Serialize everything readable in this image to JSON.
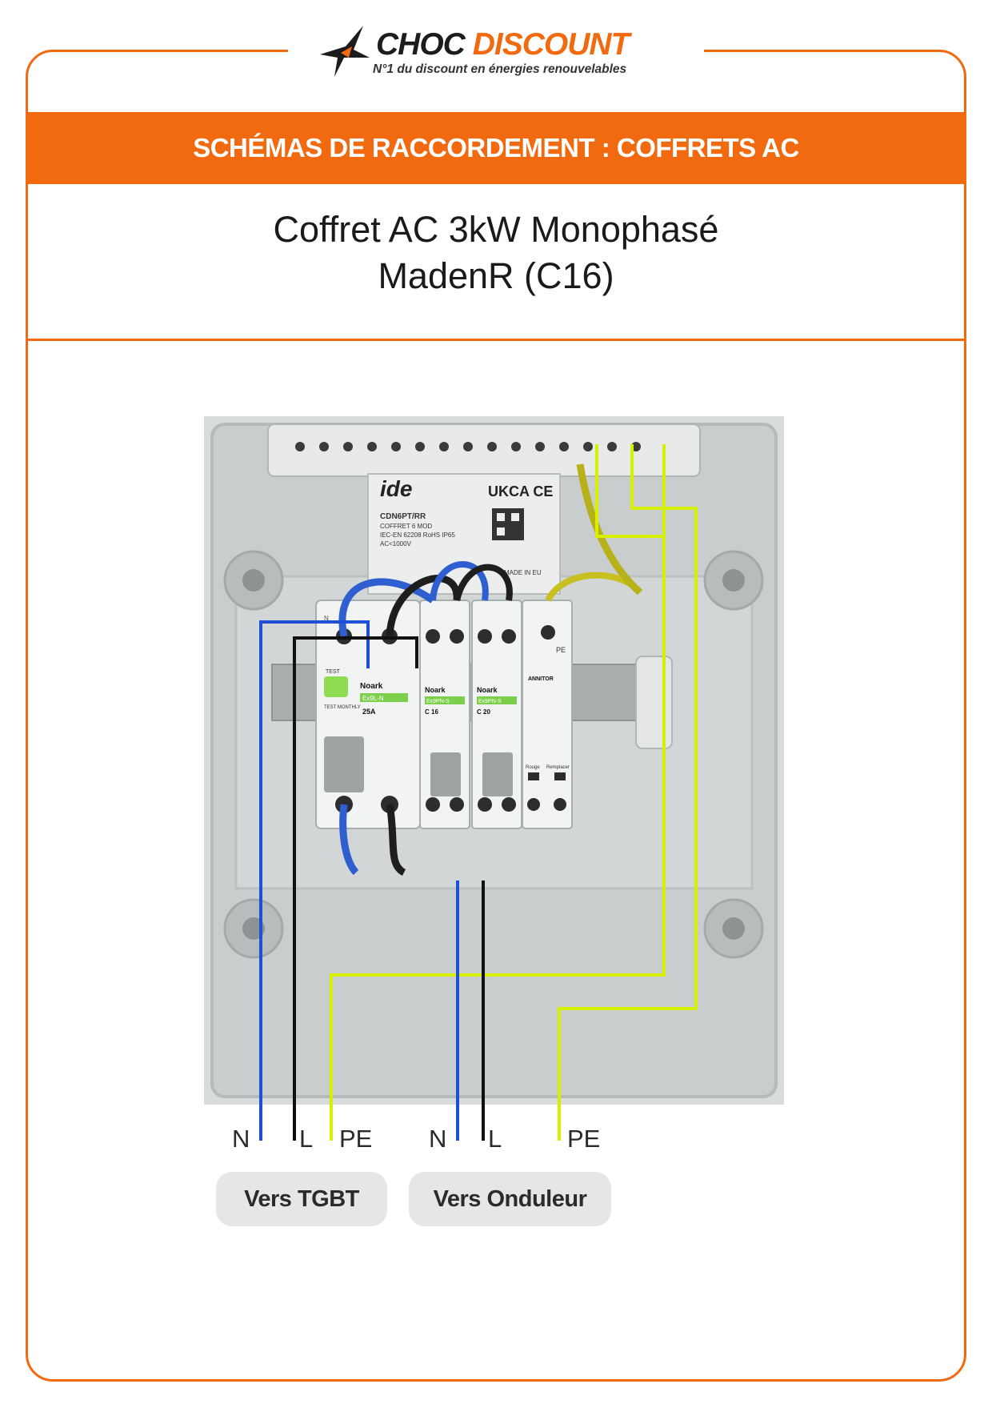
{
  "brand": {
    "name_part1": "CHOC",
    "name_part2": "DISCOUNT",
    "tagline": "N°1 du discount en énergies renouvelables"
  },
  "banner": {
    "text": "SCHÉMAS DE RACCORDEMENT : COFFRETS AC"
  },
  "title": {
    "line1": "Coffret AC 3kW Monophasé",
    "line2": "MadenR (C16)"
  },
  "device": {
    "enclosure_brand": "ide",
    "enclosure_marks": "UKCA CE",
    "enclosure_model": "CDN6PT/RR",
    "enclosure_desc": "COFFRET 6 MOD",
    "enclosure_std": "IEC-EN 62208 RoHS IP65",
    "enclosure_volt": "AC<1000V",
    "made_in": "MADE IN EU",
    "rcd_brand": "Noark",
    "rcd_model": "Ex9L-N",
    "rcd_rating": "25A",
    "rcd_test_label": "TEST",
    "rcd_test_monthly": "TEST MONTHLY",
    "mcb1_brand": "Noark",
    "mcb1_model": "Ex9PN-S",
    "mcb1_rating": "C 16",
    "mcb2_brand": "Noark",
    "mcb2_model": "Ex9PN-S",
    "mcb2_rating": "C 20",
    "spd_brand": "ANNITOR",
    "spd_left": "Rouge",
    "spd_right": "Remplacer",
    "neutral_mark": "N",
    "pe_mark": "PE"
  },
  "wire_colors": {
    "neutral": "#1f4fd6",
    "line": "#111111",
    "earth": "#d6f000"
  },
  "left_group": {
    "wires": [
      {
        "label": "N",
        "color": "neutral"
      },
      {
        "label": "L",
        "color": "line"
      },
      {
        "label": "PE",
        "color": "earth"
      }
    ],
    "destination": "Vers TGBT"
  },
  "right_group": {
    "wires": [
      {
        "label": "N",
        "color": "neutral"
      },
      {
        "label": "L",
        "color": "line"
      },
      {
        "label": "PE",
        "color": "earth"
      }
    ],
    "destination": "Vers Onduleur"
  }
}
